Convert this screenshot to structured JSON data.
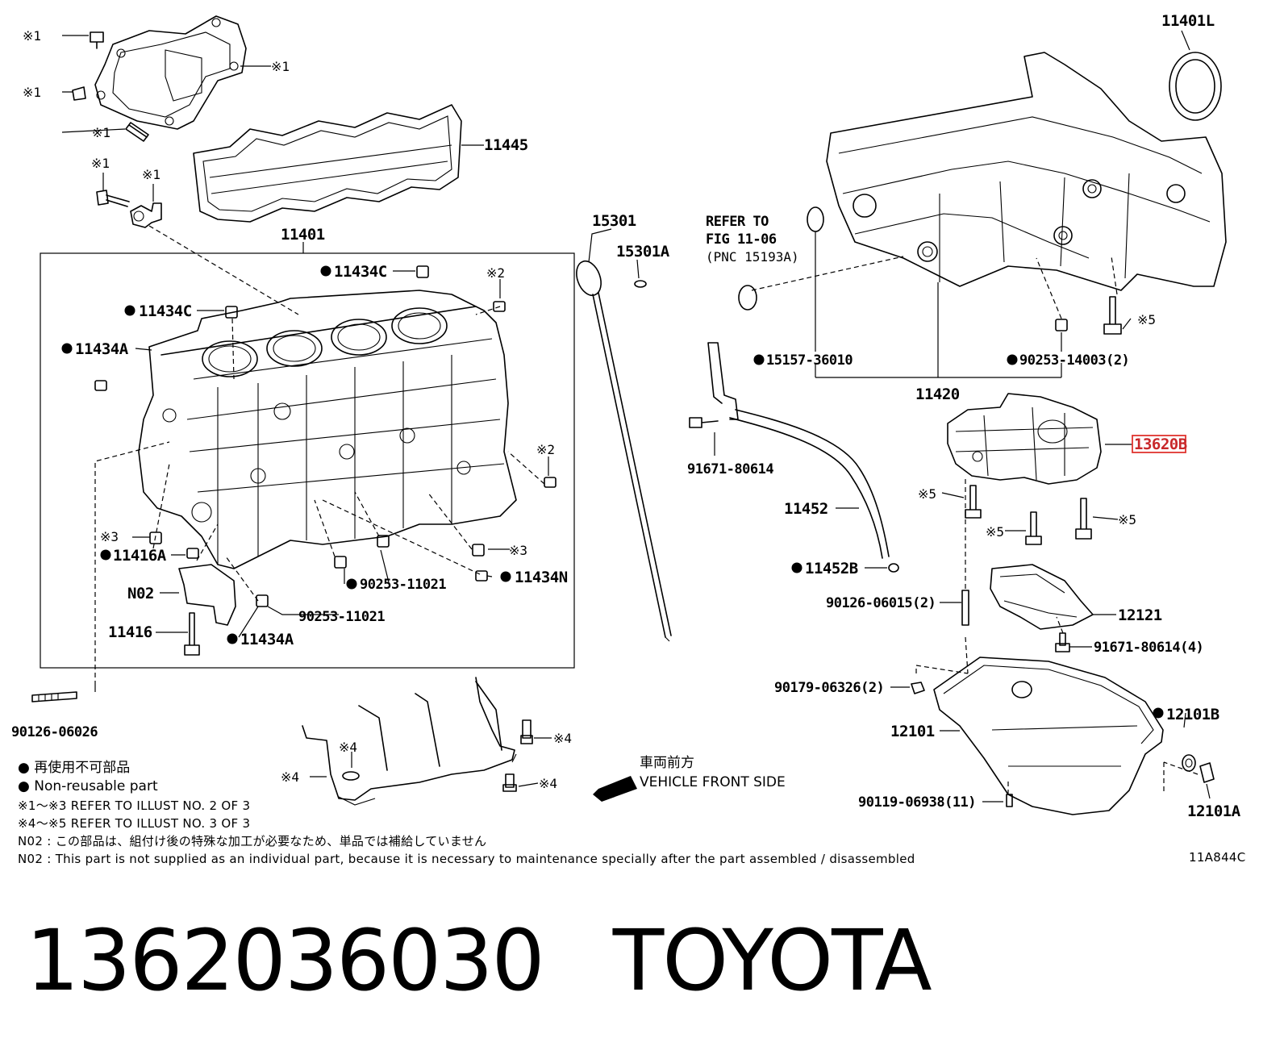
{
  "labels": {
    "p11401L": "11401L",
    "p11445": "11445",
    "p11401": "11401",
    "p11434C_1": "11434C",
    "p11434C_2": "11434C",
    "p11434A_1": "11434A",
    "p11434A_2": "11434A",
    "p11416A": "11416A",
    "n02": "N02",
    "p11416": "11416",
    "p90253_11021_a": "90253-11021",
    "p90253_11021_b": "90253-11021",
    "p11434N": "11434N",
    "p90126_06026": "90126-06026",
    "p15301": "15301",
    "p15301A": "15301A",
    "refer1": "REFER TO",
    "refer2": "FIG 11-06",
    "refer3": "(PNC 15193A)",
    "p15157": "15157-36010",
    "p90253_14003": "90253-14003(2)",
    "p11420": "11420",
    "p13620B": "13620B",
    "p91671_80614": "91671-80614",
    "p11452": "11452",
    "p11452B": "11452B",
    "p90126_06015": "90126-06015(2)",
    "p12121": "12121",
    "p91671_80614_4": "91671-80614(4)",
    "p90179": "90179-06326(2)",
    "p12101": "12101",
    "p12101B": "12101B",
    "p12101A": "12101A",
    "p90119": "90119-06938(11)",
    "ref1": "※1",
    "ref2": "※2",
    "ref3": "※3",
    "ref4": "※4",
    "ref5": "※5",
    "front_jp": "車両前方",
    "front_en": "VEHICLE FRONT SIDE",
    "code": "11A844C"
  },
  "legend": {
    "nonreusable_jp": "● 再使用不可部品",
    "nonreusable_en": "● Non-reusable part",
    "ref13": "※1～※3  REFER TO ILLUST NO. 2 OF 3",
    "ref45": "※4～※5  REFER TO ILLUST NO. 3 OF 3",
    "n02_jp": "N02 : この部品は、組付け後の特殊な加工が必要なため、単品では補給していません",
    "n02_en": "N02 : This part is not supplied as an individual part, because it is necessary to maintenance specially after the part assembled / disassembled"
  },
  "caption": {
    "part_number": "1362036030",
    "brand": "TOYOTA"
  },
  "colors": {
    "highlight": "#e0352f"
  }
}
